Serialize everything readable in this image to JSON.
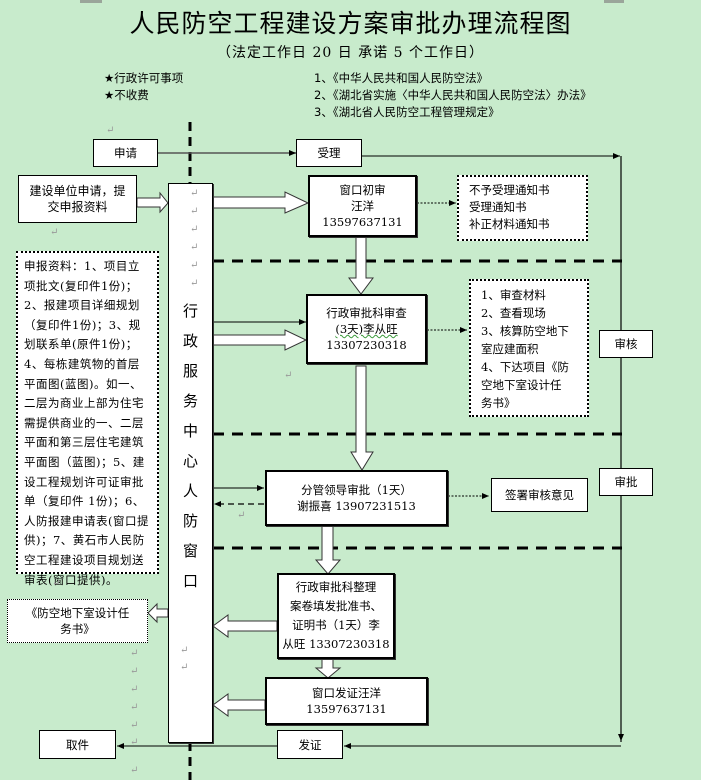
{
  "title": "人民防空工程建设方案审批办理流程图",
  "subtitle": "（法定工作日 20 日    承诺 5 个工作日）",
  "notes_left": [
    "★行政许可事项",
    "★不收费"
  ],
  "legal_basis": [
    "1、《中华人民共和国人民防空法》",
    "2、《湖北省实施〈中华人民共和国人民防空法〉办法》",
    "3、《湖北省人民防空工程管理规定》"
  ],
  "nodes": {
    "apply": "申请",
    "accept": "受理",
    "submit": [
      "建设单位申请，提",
      "交申报资料"
    ],
    "center_column": [
      "行",
      "政",
      "服",
      "务",
      "中",
      "心",
      "人",
      "防",
      "窗",
      "口"
    ],
    "window_review": [
      "窗口初审",
      "汪洋",
      "13597637131"
    ],
    "notices": [
      "不予受理通知书",
      "受理通知书",
      "补正材料通知书"
    ],
    "admin_review": [
      "行政审批科审查",
      "(3天)李从旺",
      "13307230318"
    ],
    "review_tasks": [
      "1、审查材料",
      "2、查看现场",
      "3、核算防空地下",
      "室应建面积",
      "4、下达项目《防",
      "空地下室设计任",
      "务书》"
    ],
    "stage_review": "审核",
    "stage_approve": "审批",
    "leader_approval": [
      "分管领导审批（1天）",
      "谢振喜 13907231513"
    ],
    "sign_opinion": "签署审核意见",
    "admin_archive": [
      "行政审批科整理",
      "案卷填发批准书、",
      "证明书（1天）李",
      "从旺 13307230318"
    ],
    "issue_window": [
      "窗口发证汪洋",
      "13597637131"
    ],
    "issue": "发证",
    "collect": "取件",
    "design_task": [
      "《防空地下室设计任",
      "务书》"
    ],
    "materials": "申报资料：1、项目立项批文(复印件1份)；2、报建项目详细规划（复印件1份)；3、规划联系单(原件1份)；4、每栋建筑物的首层平面图(蓝图)。如一、二层为商业上部为住宅需提供商业的一、二层平面和第三层住宅建筑平面图（蓝图)；5、建设工程规划许可证审批单（复印件 1份)；6、人防报建申请表(窗口提供)；7、黄石市人民防空工程建设项目规划送审表(窗口提供)。"
  },
  "colors": {
    "background": "#c8ebcc",
    "box": "#ffffff",
    "line": "#000000"
  }
}
